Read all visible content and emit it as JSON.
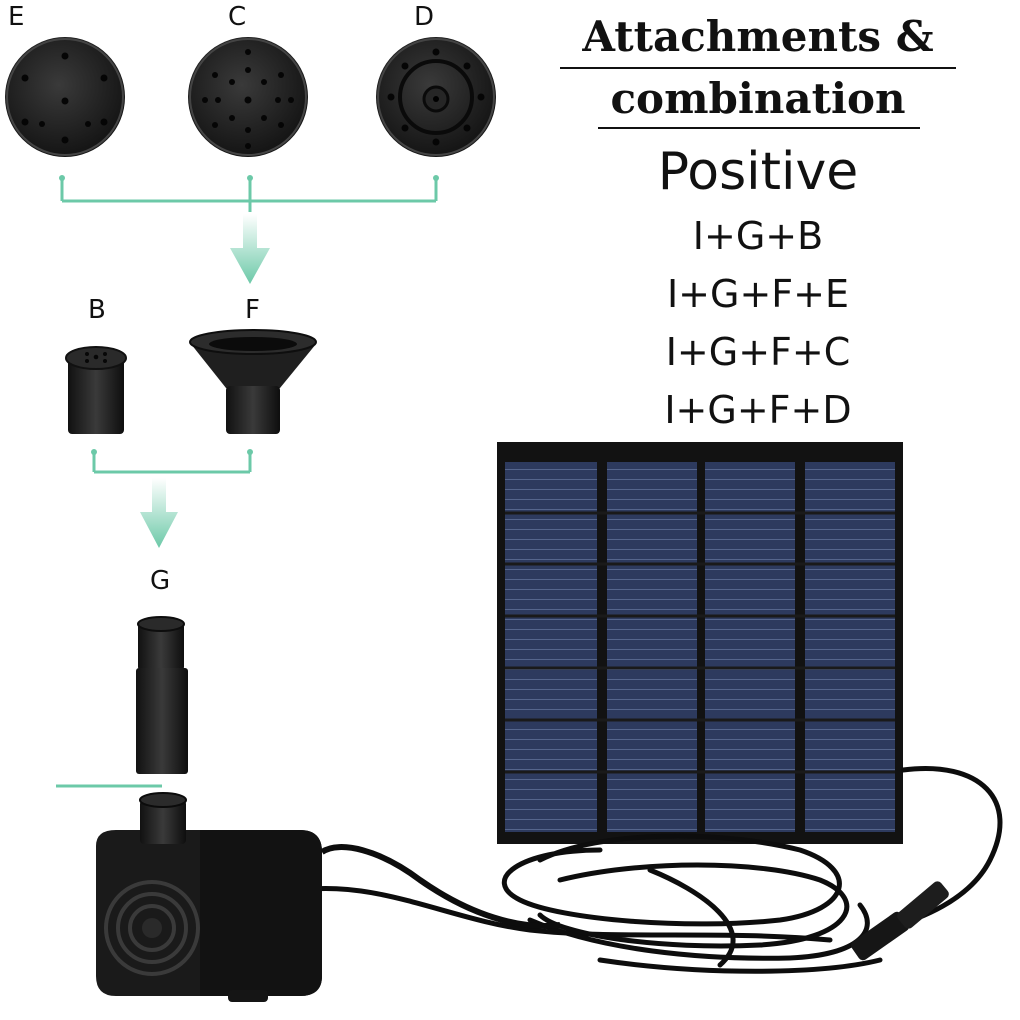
{
  "labels": {
    "e": "E",
    "c": "C",
    "d": "D",
    "b": "B",
    "f": "F",
    "g": "G"
  },
  "heading": {
    "line1": "Attachments &",
    "line2": "combination"
  },
  "positive": {
    "title": "Positive",
    "combos": [
      "I+G+B",
      "I+G+F+E",
      "I+G+F+C",
      "I+G+F+D"
    ]
  },
  "colors": {
    "connector": "#6cc9a8",
    "part": "#1c1c1c",
    "panel_cell": "#2e3a5c",
    "panel_frame": "#121212"
  }
}
